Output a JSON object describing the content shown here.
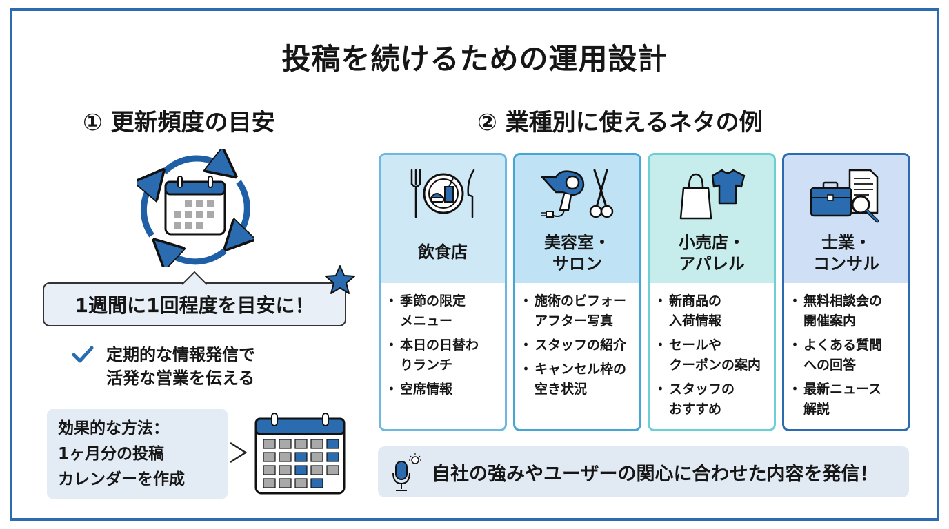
{
  "title": "投稿を続けるための運用設計",
  "section1": {
    "heading": "① 更新頻度の目安",
    "speech": "1週間に1回程度を目安に！",
    "check": [
      "定期的な情報発信で",
      "活発な営業を伝える"
    ],
    "method": [
      "効果的な方法：",
      "1ヶ月分の投稿",
      "カレンダーを作成"
    ],
    "chevron": ">"
  },
  "section2": {
    "heading": "② 業種別に使えるネタの例",
    "cards": [
      {
        "icon": "dining-icon",
        "title": [
          "飲食店"
        ],
        "items": [
          [
            "季節の限定",
            "メニュー"
          ],
          [
            "本日の日替わ",
            "りランチ"
          ],
          [
            "空席情報"
          ]
        ]
      },
      {
        "icon": "hair-dryer-scissors-icon",
        "title": [
          "美容室・",
          "サロン"
        ],
        "items": [
          [
            "施術のビフォー",
            "アフター写真"
          ],
          [
            "スタッフの紹介"
          ],
          [
            "キャンセル枠の",
            "空き状況"
          ]
        ]
      },
      {
        "icon": "shopping-bag-shirt-icon",
        "title": [
          "小売店・",
          "アパレル"
        ],
        "items": [
          [
            "新商品の",
            "入荷情報"
          ],
          [
            "セールや",
            "クーポンの案内"
          ],
          [
            "スタッフの",
            "おすすめ"
          ]
        ]
      },
      {
        "icon": "briefcase-document-icon",
        "title": [
          "士業・",
          "コンサル"
        ],
        "items": [
          [
            "無料相談会の",
            "開催案内"
          ],
          [
            "よくある質問",
            "への回答"
          ],
          [
            "最新ニュース",
            "解説"
          ]
        ]
      }
    ],
    "banner": "自社の強みやユーザーの関心に合わせた内容を発信！"
  },
  "colors": {
    "border": "#2d6bb0",
    "accent": "#2b6cb0",
    "card1": "#cfe8f6",
    "card2": "#bfe3f4",
    "card3": "#c6ecec",
    "card4": "#cfe0f6"
  }
}
